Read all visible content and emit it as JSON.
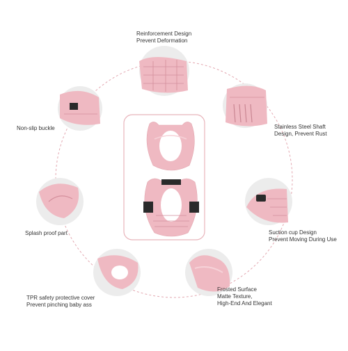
{
  "colors": {
    "pink": "#efb9c2",
    "pink_light": "#f6d2d8",
    "pink_dark": "#d48f9c",
    "black": "#2a2a2a",
    "ring": "#e3a7b0",
    "frame": "#e8b3ba"
  },
  "center": {
    "top_image": "folding-potty-seat-closed",
    "bottom_image": "folding-potty-seat-underside"
  },
  "features": [
    {
      "id": "reinforcement",
      "lines": [
        "Reinforcement Design",
        "Prevent Deformation"
      ]
    },
    {
      "id": "stainless",
      "lines": [
        "Stainless Steel Shaft",
        "Design, Prevent Rust"
      ]
    },
    {
      "id": "suction",
      "lines": [
        "Suction cup Design",
        "Prevent Moving During Use"
      ]
    },
    {
      "id": "frosted",
      "lines": [
        "Frosted Surface",
        "Matte Texture,",
        "High-End And Elegant"
      ]
    },
    {
      "id": "tpr",
      "lines": [
        "TPR safety protective cover",
        "Prevent pinching baby ass"
      ]
    },
    {
      "id": "splash",
      "lines": [
        "Splash proof part"
      ]
    },
    {
      "id": "nonslip",
      "lines": [
        "Non-slip buckle"
      ]
    }
  ]
}
